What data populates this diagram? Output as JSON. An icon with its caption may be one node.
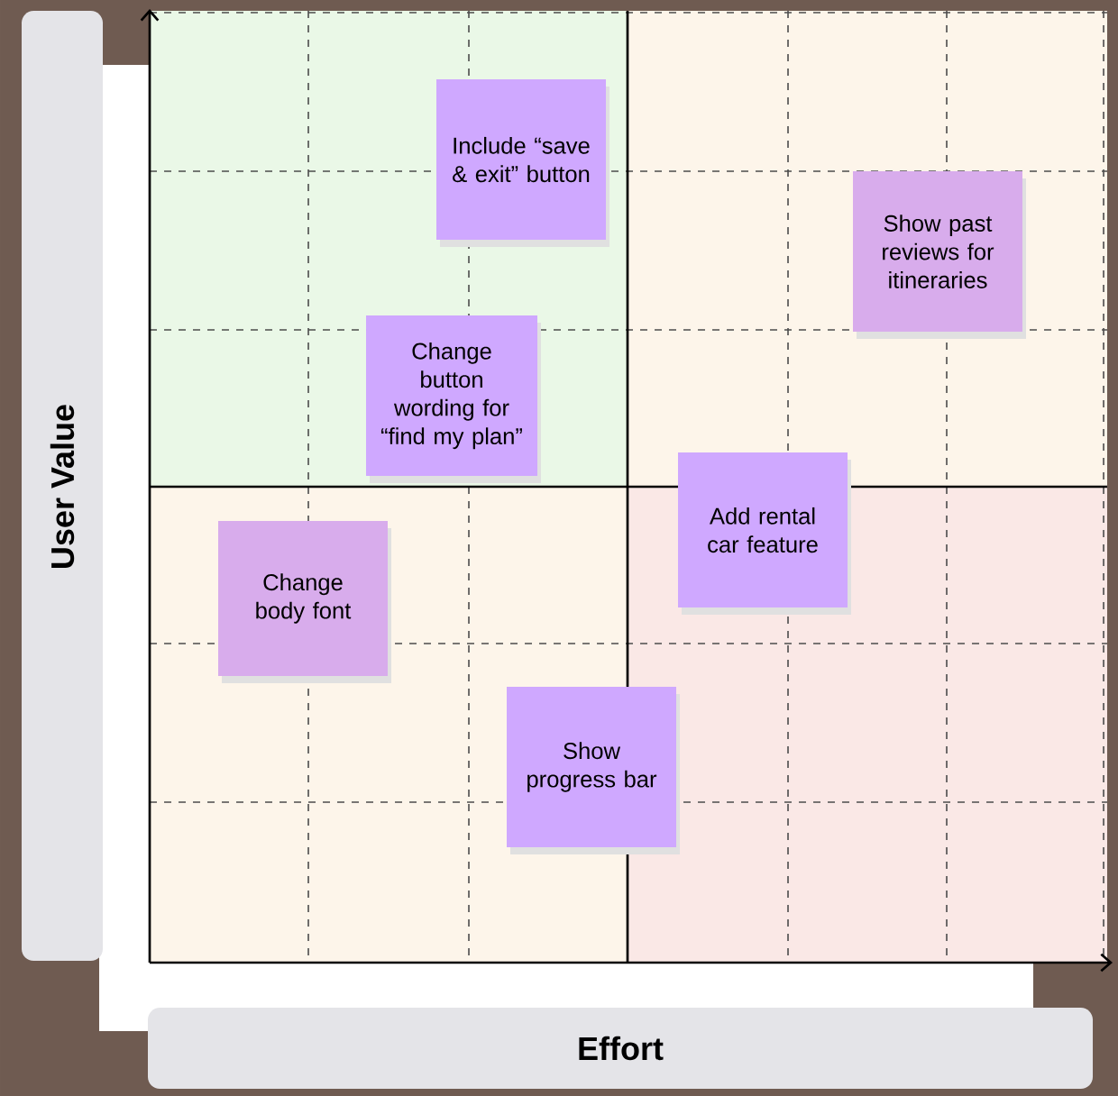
{
  "diagram": {
    "nodes": [
      {
        "text": [
          "Include “save & exit” button"
        ]
      },
      {
        "text": [
          "Show past reviews for itineraries"
        ]
      },
      {
        "text": [
          "Change button wording for “find my plan”"
        ]
      },
      {
        "text": [
          "Add rental car feature"
        ]
      },
      {
        "text": [
          "Change body font"
        ]
      },
      {
        "text": [
          "Show progress bar"
        ]
      },
      {
        "text": [
          "User Value"
        ]
      },
      {
        "text": [
          "Effort"
        ]
      }
    ]
  }
}
